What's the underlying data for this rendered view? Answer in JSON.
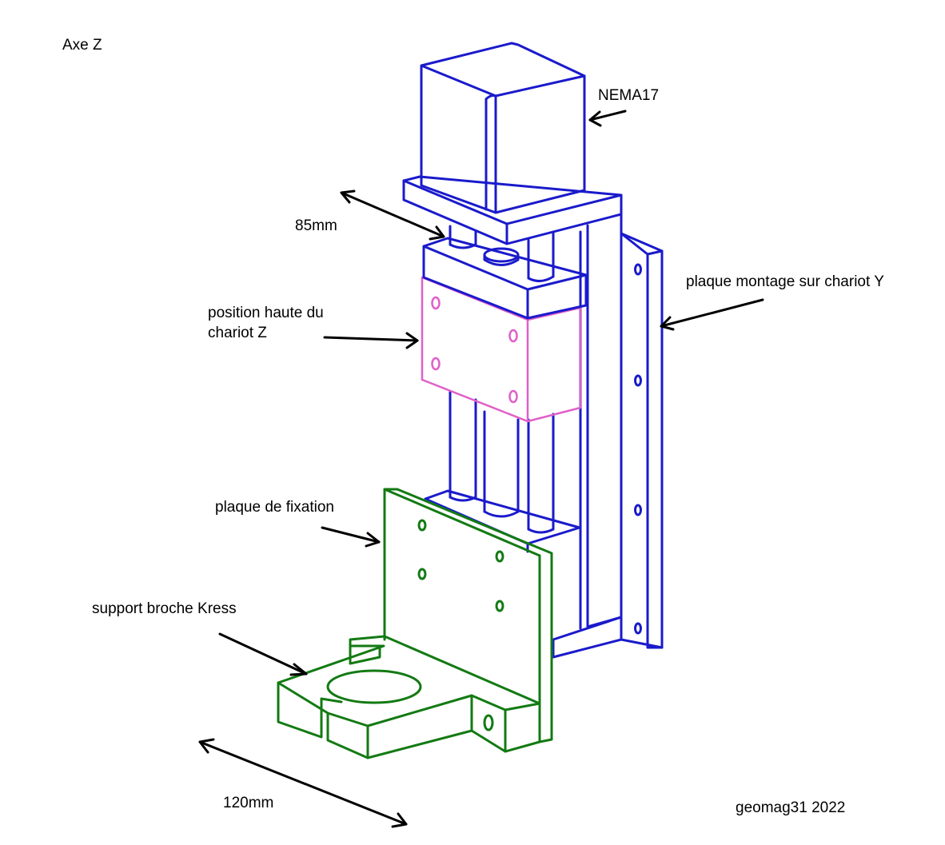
{
  "title": "Axe Z",
  "labels": {
    "motor": "NEMA17",
    "width_top": "85mm",
    "mount_plate": "plaque montage sur chariot Y",
    "carriage_high": "position haute du\nchariot Z",
    "fixing_plate": "plaque de fixation",
    "spindle_support": "support broche Kress",
    "width_bottom": "120mm",
    "credit": "geomag31 2022"
  },
  "colors": {
    "frame": "#1a1acc",
    "carriage": "#e060c8",
    "support": "#137a13",
    "text": "#000000"
  }
}
